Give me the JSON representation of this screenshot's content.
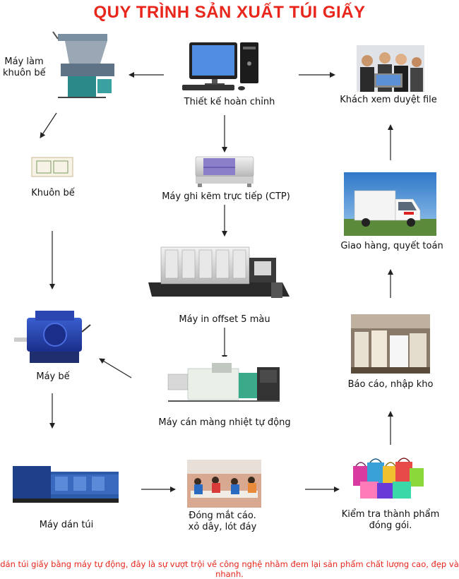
{
  "title": "QUY TRÌNH SẢN XUẤT TÚI GIẤY",
  "footer": "dán túi giấy bằng máy tự động,  đây là sự vượt trội về công nghệ nhằm đem lại sản phẩm chất lượng cao, đẹp và nhanh.",
  "nodes": {
    "design": "Thiết kế hoàn chỉnh",
    "customer": "Khách xem duyệt file",
    "die_machine_1": "Máy làm",
    "die_machine_2": "khuôn bế",
    "die_mold": "Khuôn bế",
    "ctp": "Máy ghi kẽm trực tiếp (CTP)",
    "offset": "Máy in offset 5 màu",
    "delivery": "Giao hàng, quyết toán",
    "cutting": "Máy bế",
    "laminating": "Máy cán màng nhiệt tự động",
    "report": "Báo cáo, nhập kho",
    "gluing": "Máy dán túi",
    "handwork_1": "Đóng mắt cáo.",
    "handwork_2": "xỏ dây, lót đáy",
    "inspection_1": "Kiểm tra thành phẩm",
    "inspection_2": "đóng gói."
  },
  "colors": {
    "title": "#e8261c",
    "arrow": "#222222",
    "text": "#111111"
  },
  "icons": [
    "computer-icon",
    "people-laptop-icon",
    "die-making-machine-icon",
    "die-mold-icon",
    "ctp-machine-icon",
    "offset-press-icon",
    "delivery-truck-icon",
    "die-cutting-machine-icon",
    "laminating-machine-icon",
    "warehouse-icon",
    "bag-gluing-machine-icon",
    "workers-icon",
    "paper-bags-icon"
  ]
}
